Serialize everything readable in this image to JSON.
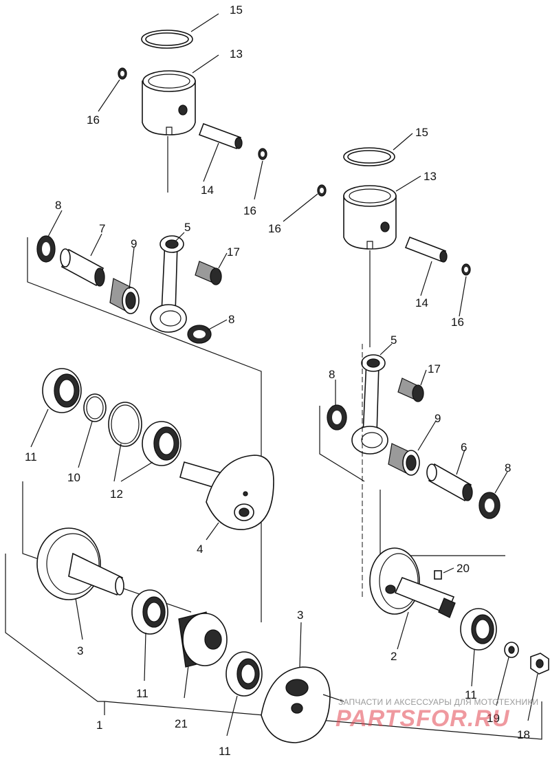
{
  "labels": {
    "upper_left": {
      "ring": "15",
      "piston": "13",
      "circlip_left": "16",
      "pin": "14",
      "circlip_right": "16"
    },
    "upper_right": {
      "ring": "15",
      "piston": "13",
      "circlip_left": "16",
      "pin": "14",
      "circlip_right": "16"
    },
    "left_rod": {
      "washer_left": "8",
      "crankpin": "7",
      "bearing_large": "9",
      "rod": "5",
      "bearing_small": "17",
      "washer_right": "8"
    },
    "right_rod": {
      "washer_left": "8",
      "rod": "5",
      "bearing_small": "17",
      "bearing_large": "9",
      "crankpin": "6",
      "washer_right": "8"
    },
    "crank_left": {
      "bearing": "11",
      "shim": "10",
      "rings": "12",
      "flywheel": "4"
    },
    "bottom": {
      "flywheel_left": "3",
      "bearing_a": "11",
      "seal": "21",
      "bearing_b": "11",
      "flywheel_right": "3",
      "assembly": "1",
      "key": "20",
      "shaft": "2",
      "bearing_c": "11",
      "washer": "19",
      "nut": "18"
    }
  },
  "watermark": {
    "tagline": "ЗАПЧАСТИ И АКСЕССУАРЫ ДЛЯ МОТОТЕХНИКИ",
    "logo": "PARTSFOR.RU"
  },
  "colors": {
    "line": "#111111",
    "background": "#ffffff",
    "watermark_logo": "#e24650",
    "watermark_text": "#9a9a9a"
  }
}
